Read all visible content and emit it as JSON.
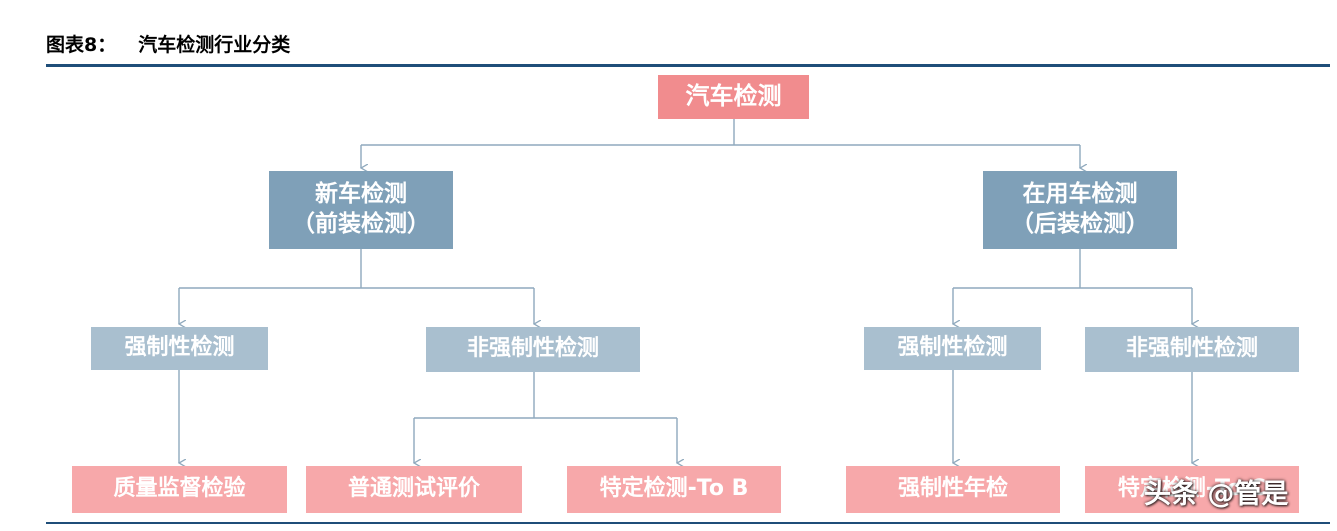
{
  "figure": {
    "number": "图表8：",
    "title": "汽车检测行业分类"
  },
  "nodes": {
    "root": "汽车检测",
    "new_car": "新车检测\n（前装检测）",
    "used_car": "在用车检测\n（后装检测）",
    "new_mandatory": "强制性检测",
    "new_nonmandatory": "非强制性检测",
    "used_mandatory": "强制性检测",
    "used_nonmandatory": "非强制性检测",
    "quality_inspection": "质量监督检验",
    "general_test": "普通测试评价",
    "specific_test_tob": "特定检测-To B",
    "annual_inspection": "强制性年检",
    "specific_test_toc": "特定检测-To C"
  },
  "watermark": "头条 @管是",
  "colors": {
    "rule": "#1f4e79",
    "connector": "#8fa9bd",
    "pink": "#f18c8e",
    "pink_light": "#f7a8aa",
    "blue_dark": "#7fa0b8",
    "blue_light": "#a9bfcf"
  }
}
